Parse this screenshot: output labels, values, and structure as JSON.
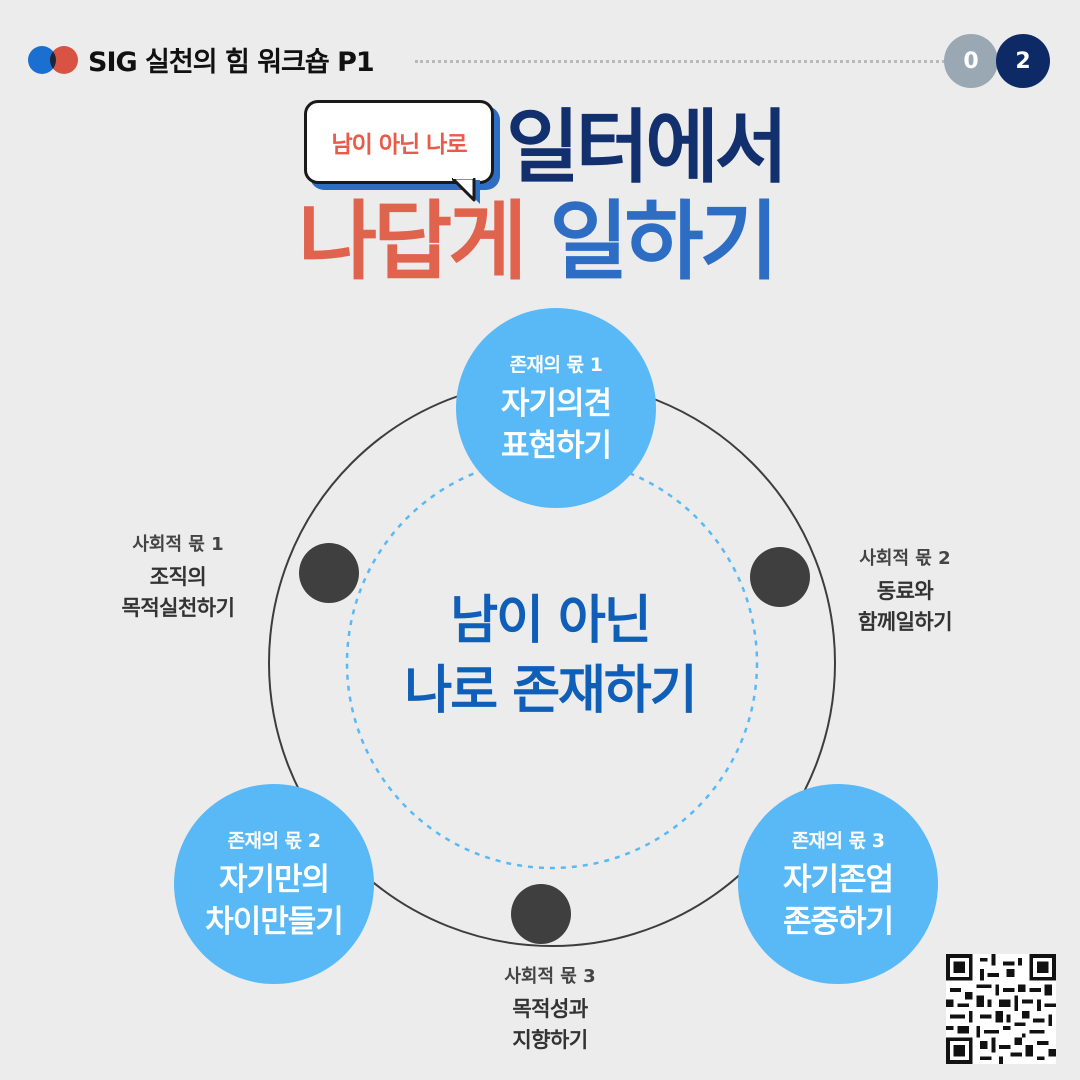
{
  "header": {
    "title": "SIG 실천의 힘 워크숍 P1",
    "page_digits": [
      "0",
      "2"
    ],
    "colors": {
      "logo_blue": "#1a6fd0",
      "logo_red": "#ea5a48",
      "page_1": "#9aa8b3",
      "page_2": "#0e2a66"
    }
  },
  "title": {
    "bubble": "남이 아닌 나로",
    "line1": "일터에서",
    "line2_part1": "나답게",
    "line2_part2": "일하기",
    "colors": {
      "navy": "#12306e",
      "red": "#e0634d",
      "blue": "#2d6ec4"
    }
  },
  "diagram": {
    "center": {
      "line1": "남이 아닌",
      "line2": "나로 존재하기"
    },
    "being": [
      {
        "label": "존재의 몫 1",
        "line1": "자기의견",
        "line2": "표현하기"
      },
      {
        "label": "존재의 몫 2",
        "line1": "자기만의",
        "line2": "차이만들기"
      },
      {
        "label": "존재의 몫 3",
        "line1": "자기존엄",
        "line2": "존중하기"
      }
    ],
    "social": [
      {
        "label": "사회적 몫 1",
        "line1": "조직의",
        "line2": "목적실천하기"
      },
      {
        "label": "사회적 몫 2",
        "line1": "동료와",
        "line2": "함께일하기"
      },
      {
        "label": "사회적 몫 3",
        "line1": "목적성과",
        "line2": "지향하기"
      }
    ],
    "colors": {
      "circle_fill": "#59b9f7",
      "dot_fill": "#3f3f3f",
      "center_text": "#0f5fb8"
    }
  },
  "icons": {
    "qr": "qr-code-icon",
    "bubble_tail": "speech-bubble-tail-icon"
  }
}
